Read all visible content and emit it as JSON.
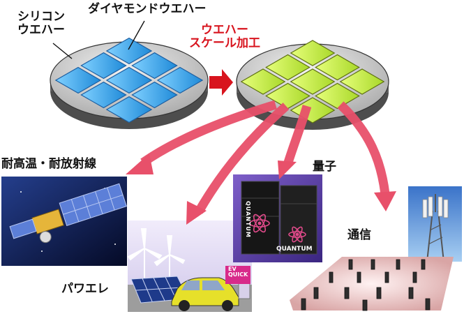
{
  "labels": {
    "silicon_wafer": "シリコン\nウエハー",
    "diamond_wafer": "ダイヤモンドウエハー",
    "wafer_scale": "ウエハー\nスケール加工",
    "high_temp_radiation": "耐高温・耐放射線",
    "quantum": "量子",
    "power_electronics": "パワエレ",
    "communication": "通信"
  },
  "product_text": {
    "quantum_brand": "QUANTUM",
    "ev_sign": "EV\nQUICK"
  },
  "colors": {
    "accent_red": "#d8141e",
    "arrow_pink": "#e8506a",
    "die_blue": "#39a9e6",
    "die_green": "#b8e23a"
  }
}
